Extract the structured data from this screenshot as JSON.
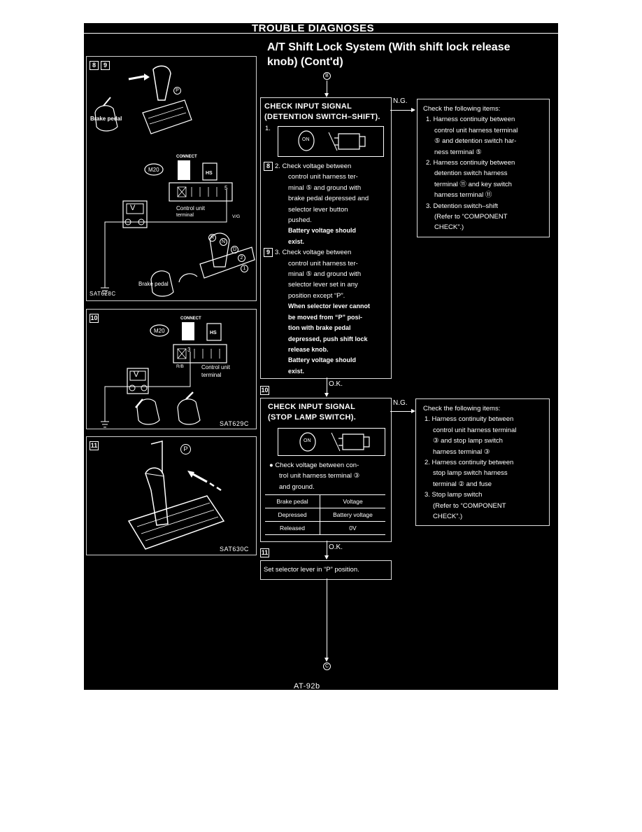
{
  "header": {
    "section": "TROUBLE DIAGNOSES"
  },
  "title": {
    "line1": "A/T Shift Lock System (With shift lock release",
    "line2": "knob) (Cont'd)"
  },
  "connectors": {
    "top": "B",
    "bottom": "C"
  },
  "panels": {
    "p89": {
      "badges": [
        "8",
        "9"
      ],
      "brake_pedal": "Brake pedal",
      "brake_pedal2": "Brake pedal",
      "connector_code": "M20",
      "connect": "CONNECT",
      "hs": "HS",
      "control_unit": "Control unit",
      "terminal": "terminal",
      "wire": "V/G",
      "fig_id": "SAT628C",
      "term_num": "5",
      "meter": "V",
      "markers": [
        "P",
        "R",
        "N",
        "D",
        "2",
        "1"
      ]
    },
    "p10": {
      "badge": "10",
      "connector_code": "M20",
      "connect": "CONNECT",
      "hs": "HS",
      "wire": "R/B",
      "control_unit": "Control unit",
      "terminal": "terminal",
      "fig_id": "SAT629C",
      "term_num": "3",
      "meter": "V"
    },
    "p11": {
      "badge": "11",
      "marker": "P",
      "fig_id": "SAT630C"
    }
  },
  "step1": {
    "title_l1": "CHECK INPUT SIGNAL",
    "title_l2": "(DETENTION SWITCH–SHIFT).",
    "num1": "1.",
    "on_label": "ON",
    "badge8": "8",
    "item2_lines": [
      "2. Check voltage between",
      "control unit harness ter-",
      "minal ⑤ and ground with",
      "brake pedal depressed and",
      "selector lever button",
      "pushed."
    ],
    "item2_note": [
      "Battery voltage should",
      "exist."
    ],
    "badge9": "9",
    "item3_lines": [
      "3. Check voltage between",
      "control unit harness ter-",
      "minal ⑤ and ground with",
      "selector lever set in any",
      "position except “P”."
    ],
    "item3_note": [
      "When selector lever cannot",
      "be moved from “P” posi-",
      "tion with brake pedal",
      "depressed, push shift lock",
      "release knob.",
      "Battery voltage should",
      "exist."
    ]
  },
  "ng1": {
    "label": "N.G.",
    "lines": [
      "Check the following items:",
      "1. Harness continuity between",
      "control unit harness terminal",
      "⑤ and detention switch har-",
      "ness terminal ⑤",
      "2. Harness continuity between",
      "detention switch harness",
      "terminal ⑪ and key switch",
      "harness terminal ⑪",
      "3. Detention switch–shift",
      "(Refer to “COMPONENT",
      "CHECK”.)"
    ]
  },
  "ok1": {
    "label": "O.K.",
    "badge": "10"
  },
  "step2": {
    "title_l1": "CHECK INPUT SIGNAL",
    "title_l2": "(STOP LAMP SWITCH).",
    "on_label": "ON",
    "bullet_lines": [
      "●  Check voltage between con-",
      "trol unit harness terminal ③",
      "and ground."
    ],
    "table": {
      "headers": [
        "Brake pedal",
        "Voltage"
      ],
      "rows": [
        [
          "Depressed",
          "Battery voltage"
        ],
        [
          "Released",
          "0V"
        ]
      ]
    }
  },
  "ng2": {
    "label": "N.G.",
    "lines": [
      "Check the following items:",
      "1. Harness continuity between",
      "control unit harness terminal",
      "③ and stop lamp switch",
      "harness terminal ③",
      "2. Harness continuity between",
      "stop lamp switch harness",
      "terminal ② and fuse",
      "3. Stop lamp switch",
      "(Refer to “COMPONENT",
      "CHECK”.)"
    ]
  },
  "ok2": {
    "label": "O.K.",
    "badge": "11"
  },
  "step3": {
    "text": "Set selector lever in “P” position."
  },
  "footer": {
    "page": "AT-92b"
  }
}
